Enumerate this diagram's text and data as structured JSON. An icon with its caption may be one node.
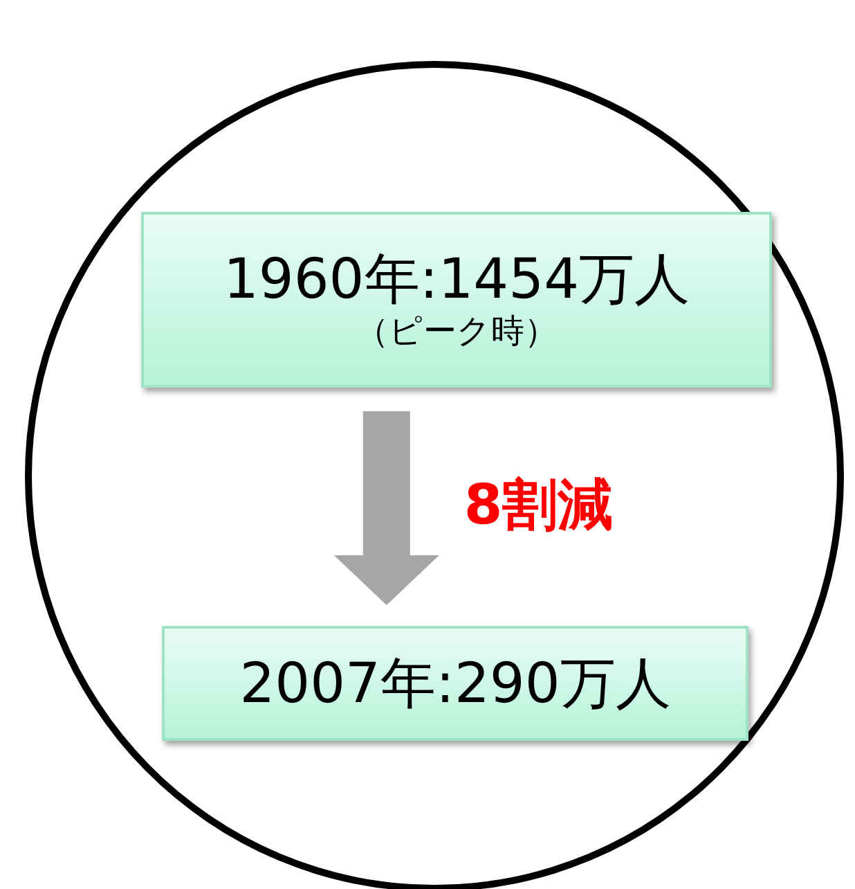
{
  "diagram": {
    "nodes": [
      {
        "text": [],
        "shape": "circle"
      },
      {
        "text": [
          "1960年:1454万人",
          "（ピーク時）"
        ],
        "in": 0
      },
      {
        "text": [
          "2007年:290万人"
        ],
        "in": 0
      }
    ],
    "edges": [
      {
        "from": 1,
        "to": 2,
        "arrow": "to",
        "label": "8割減",
        "style": "thick"
      }
    ]
  }
}
